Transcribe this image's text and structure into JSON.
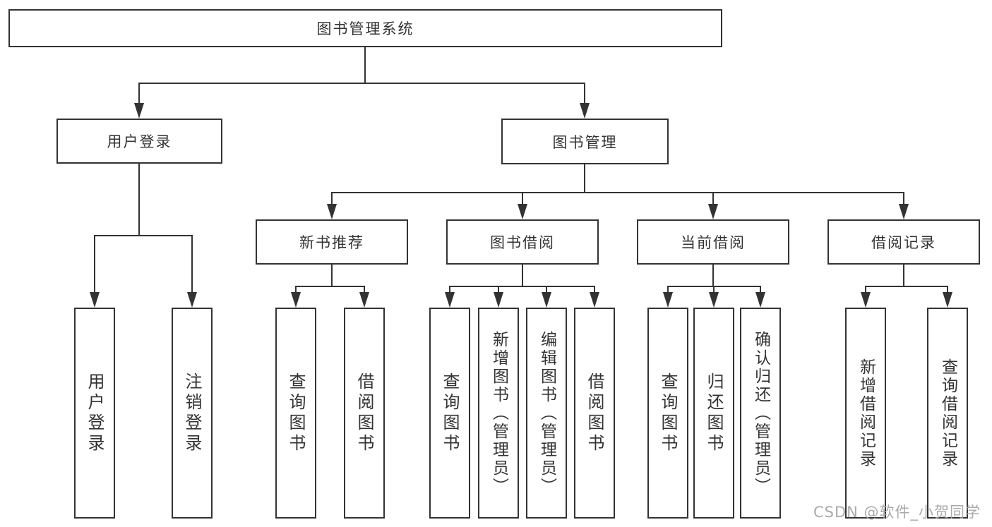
{
  "tree": {
    "root": {
      "label": "图书管理系统",
      "children": [
        {
          "label": "用户登录",
          "children": [
            {
              "label": "用户登录"
            },
            {
              "label": "注销登录"
            }
          ]
        },
        {
          "label": "图书管理",
          "children": [
            {
              "label": "新书推荐",
              "children": [
                {
                  "label": "查询图书"
                },
                {
                  "label": "借阅图书"
                }
              ]
            },
            {
              "label": "图书借阅",
              "children": [
                {
                  "label": "查询图书"
                },
                {
                  "label": "新增图书（管理员）"
                },
                {
                  "label": "编辑图书（管理员）"
                },
                {
                  "label": "借阅图书"
                }
              ]
            },
            {
              "label": "当前借阅",
              "children": [
                {
                  "label": "查询图书"
                },
                {
                  "label": "归还图书"
                },
                {
                  "label": "确认归还（管理员）"
                }
              ]
            },
            {
              "label": "借阅记录",
              "children": [
                {
                  "label": "新增借阅记录"
                },
                {
                  "label": "查询借阅记录"
                }
              ]
            }
          ]
        }
      ]
    }
  },
  "watermark": "CSDN @软件_小贺同学",
  "colors": {
    "line": "#333333",
    "text": "#333333",
    "background": "#ffffff",
    "watermark": "#a3a3a3"
  }
}
